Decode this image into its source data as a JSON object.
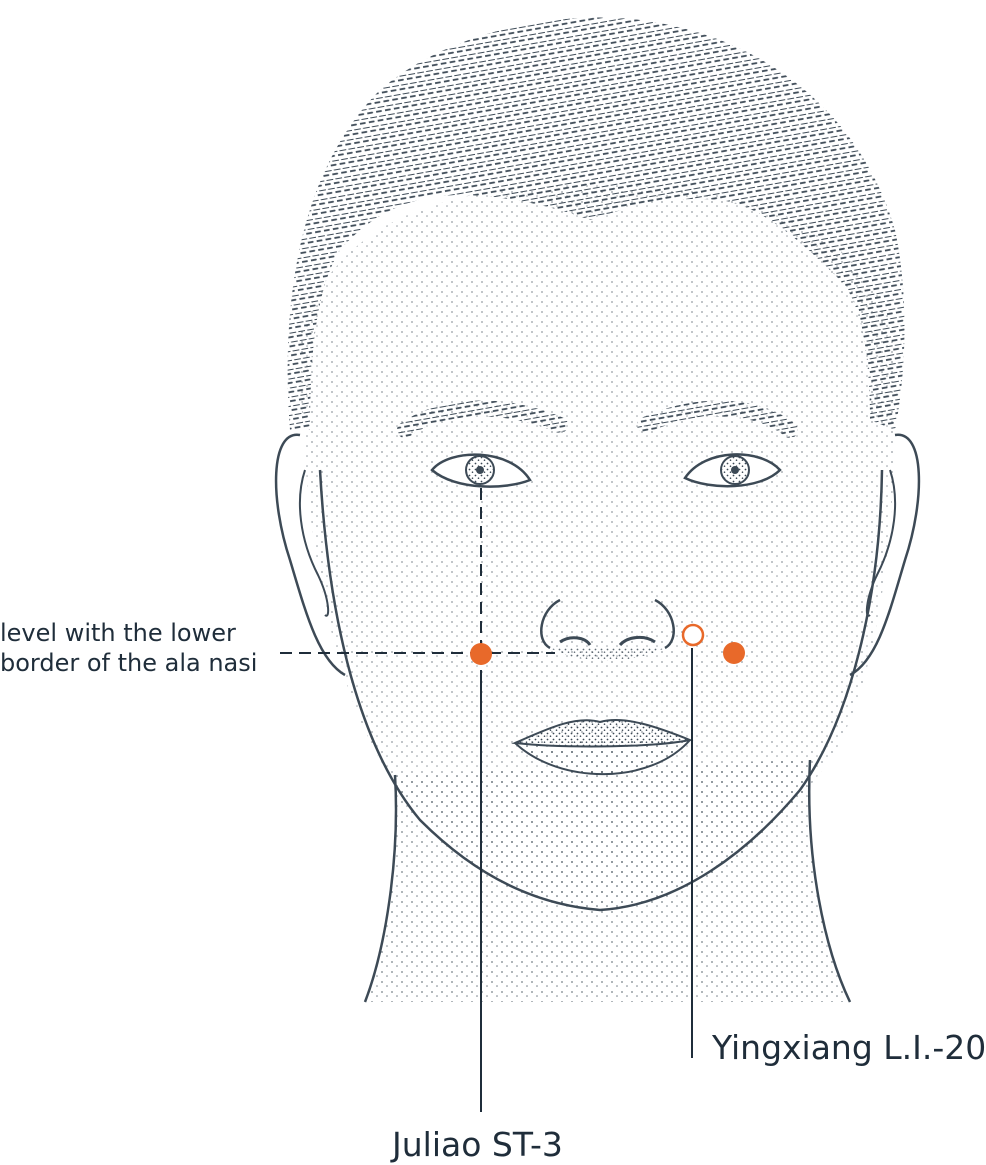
{
  "annotations": {
    "level_note_line1": "level with the lower",
    "level_note_line2": "border of the ala nasi"
  },
  "points": {
    "juliao": {
      "label": "Juliao ST-3",
      "marker": "filled"
    },
    "yingxiang": {
      "label": "Yingxiang L.I.-20",
      "marker": "hollow"
    },
    "contralateral_juliao": {
      "marker": "filled"
    }
  },
  "colors": {
    "point": "#e8692a",
    "ink": "#3d4a56",
    "label": "#1f2d3a"
  }
}
